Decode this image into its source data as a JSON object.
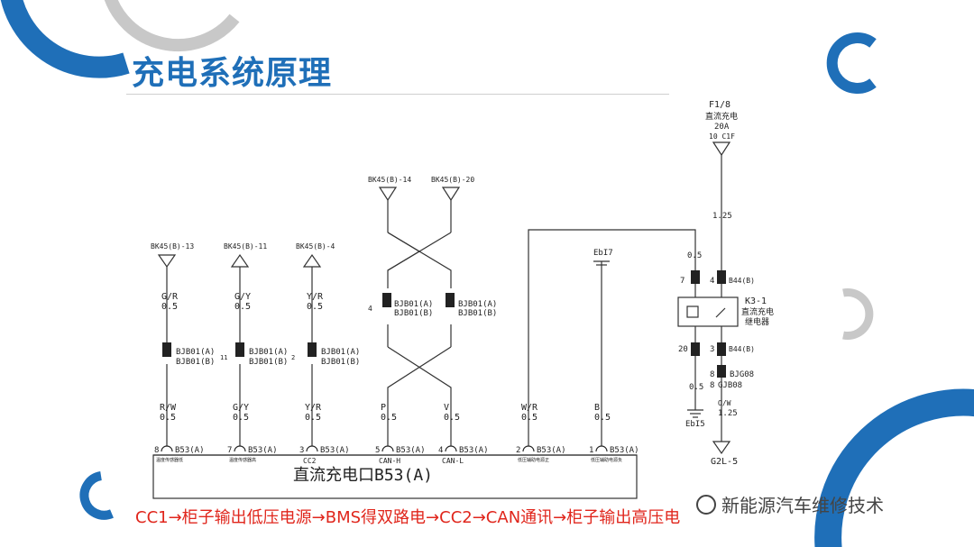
{
  "slide": {
    "title": "充电系统原理",
    "caption": "CC1→柜子输出低压电源→BMS得双路电→CC2→CAN通讯→柜子输出高压电",
    "watermark": "新能源汽车维修技术"
  },
  "colors": {
    "title": "#1f6fb8",
    "caption": "#e0261c",
    "accent": "#1f6fb8",
    "grey": "#c8c8c8"
  },
  "circuit": {
    "port_label": "直流充电口B53(A)",
    "fuse": {
      "id": "F1/8",
      "name": "直流充电",
      "rating": "20A",
      "pin": "10  C1F"
    },
    "top_wire": "1.25",
    "relay": {
      "id": "K3-1",
      "name_line1": "直流充电",
      "name_line2": "继电器",
      "pin_top_left": "7",
      "pin_top_right": "4",
      "pin_top_conn": "B44(B)",
      "pin_bot_left": "20",
      "pin_bot_right": "3",
      "pin_bot_conn": "B44(B)",
      "left_wire": "0.5"
    },
    "ground_upper": "EbI7",
    "ground_lower": "EbI5",
    "ground_wire": "0.5",
    "relay_out": {
      "conn1": "BJG08",
      "conn2": "GJB08",
      "pin": "8",
      "wire_color": "O/W",
      "wire_size": "1.25",
      "dest": "G2L-5"
    },
    "can_refs": {
      "left": "BK45(B)-14",
      "right": "BK45(B)-20"
    },
    "can_connector": {
      "pin": "4",
      "left_l1": "BJB01(A)",
      "left_l2": "BJB01(B)",
      "right_l1": "BJB01(A)",
      "right_l2": "BJB01(B)"
    },
    "connector_a": "BJB01(A)",
    "connector_b": "BJB01(B)",
    "inline_pin_2": "11",
    "inline_pin_3": "2",
    "bottom_conn": "B53(A)",
    "branches": [
      {
        "ref": "BK45(B)-13",
        "top_color": "G/R",
        "top_size": "0.5",
        "bot_color": "R/W",
        "bot_size": "0.5",
        "pin": "8",
        "tag": "温度传感器低"
      },
      {
        "ref": "BK45(B)-11",
        "top_color": "G/Y",
        "top_size": "0.5",
        "bot_color": "G/Y",
        "bot_size": "0.5",
        "pin": "7",
        "tag": "温度传感器高"
      },
      {
        "ref": "BK45(B)-4",
        "top_color": "Y/R",
        "top_size": "0.5",
        "bot_color": "Y/R",
        "bot_size": "0.5",
        "pin": "3",
        "sig": "CC2"
      },
      {
        "bot_color": "P",
        "bot_size": "0.5",
        "pin": "5",
        "sig": "CAN-H"
      },
      {
        "bot_color": "V",
        "bot_size": "0.5",
        "pin": "4",
        "sig": "CAN-L"
      },
      {
        "bot_color": "W/R",
        "bot_size": "0.5",
        "pin": "2",
        "tag": "低压辅助电源正"
      },
      {
        "bot_color": "B",
        "bot_size": "0.5",
        "pin": "1",
        "tag": "低压辅助电源负"
      }
    ]
  }
}
